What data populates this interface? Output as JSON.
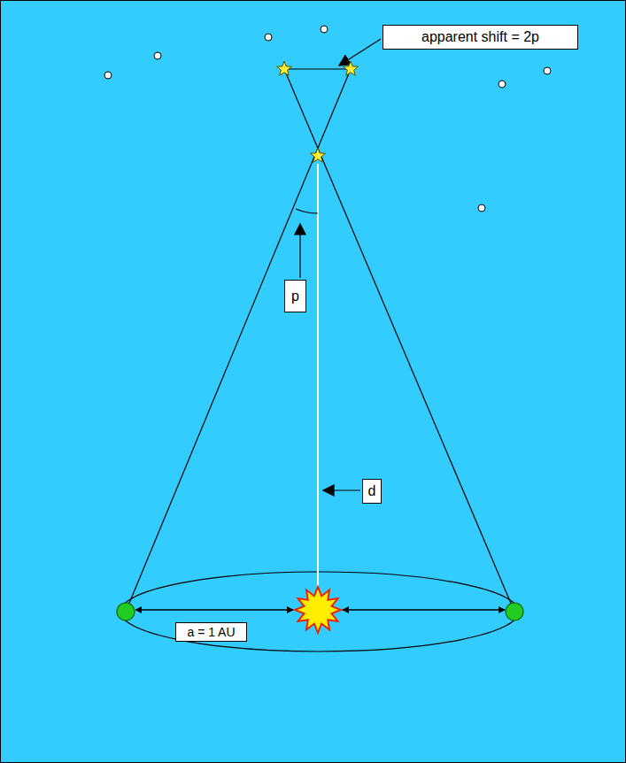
{
  "diagram": {
    "nodes": [
      {
        "text": [
          "apparent shift = 2p"
        ]
      },
      {
        "text": [
          "p"
        ]
      },
      {
        "text": [
          "d"
        ]
      },
      {
        "text": [
          "a = 1 AU"
        ]
      }
    ]
  }
}
